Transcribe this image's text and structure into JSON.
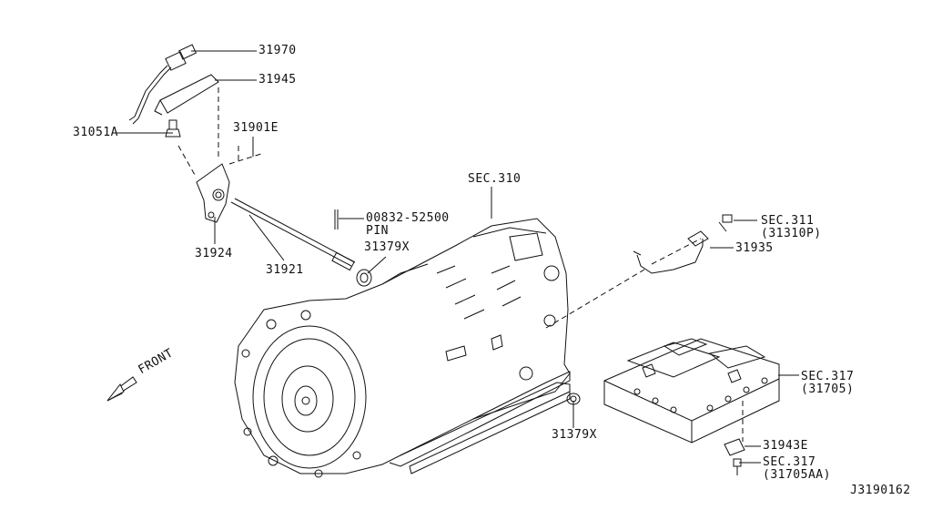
{
  "labels": {
    "p31970": "31970",
    "p31945": "31945",
    "p31051A": "31051A",
    "p31901E": "31901E",
    "p31924": "31924",
    "p31921": "31921",
    "sec310": "SEC.310",
    "p00832_line1": "00832-52500",
    "p00832_line2": "PIN",
    "p31379X_top": "31379X",
    "sec311_line1": "SEC.311",
    "sec311_line2": "(31310P)",
    "p31935": "31935",
    "sec317_line1": "SEC.317",
    "sec317_line2": "(31705)",
    "p31379X_bottom": "31379X",
    "p31943E": "31943E",
    "sec317b_line1": "SEC.317",
    "sec317b_line2": "(31705AA)",
    "front": "FRONT",
    "diagram_id": "J3190162"
  },
  "colors": {
    "line": "#111111",
    "background": "#ffffff"
  }
}
